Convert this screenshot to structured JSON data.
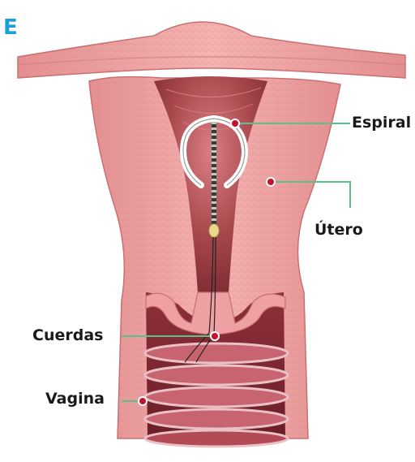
{
  "figure_letter": "E",
  "labels": {
    "espiral": "Espiral",
    "utero": "Útero",
    "cuerdas": "Cuerdas",
    "vagina": "Vagina"
  },
  "colors": {
    "letter": "#1aa0d6",
    "leader_line": "#5cc08a",
    "marker": "#c8102e",
    "tissue": "#efa3a3",
    "tissue_dark": "#c96f72",
    "cavity": "#a8484d",
    "vaginal_folds": "#b24b55"
  }
}
